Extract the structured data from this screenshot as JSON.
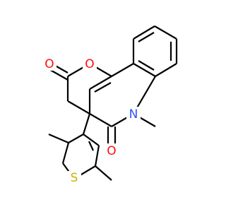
{
  "molecule": {
    "atoms": {
      "o_carbonyl_left": {
        "symbol": "O",
        "color": "#ff0d0d"
      },
      "o_ring": {
        "symbol": "O",
        "color": "#ff0d0d"
      },
      "n_ring": {
        "symbol": "N",
        "color": "#3050f8"
      },
      "o_carbonyl_right": {
        "symbol": "O",
        "color": "#ff0d0d"
      },
      "s_thiophene": {
        "symbol": "S",
        "color": "#c8b400"
      }
    },
    "bond_color": "#000000"
  }
}
